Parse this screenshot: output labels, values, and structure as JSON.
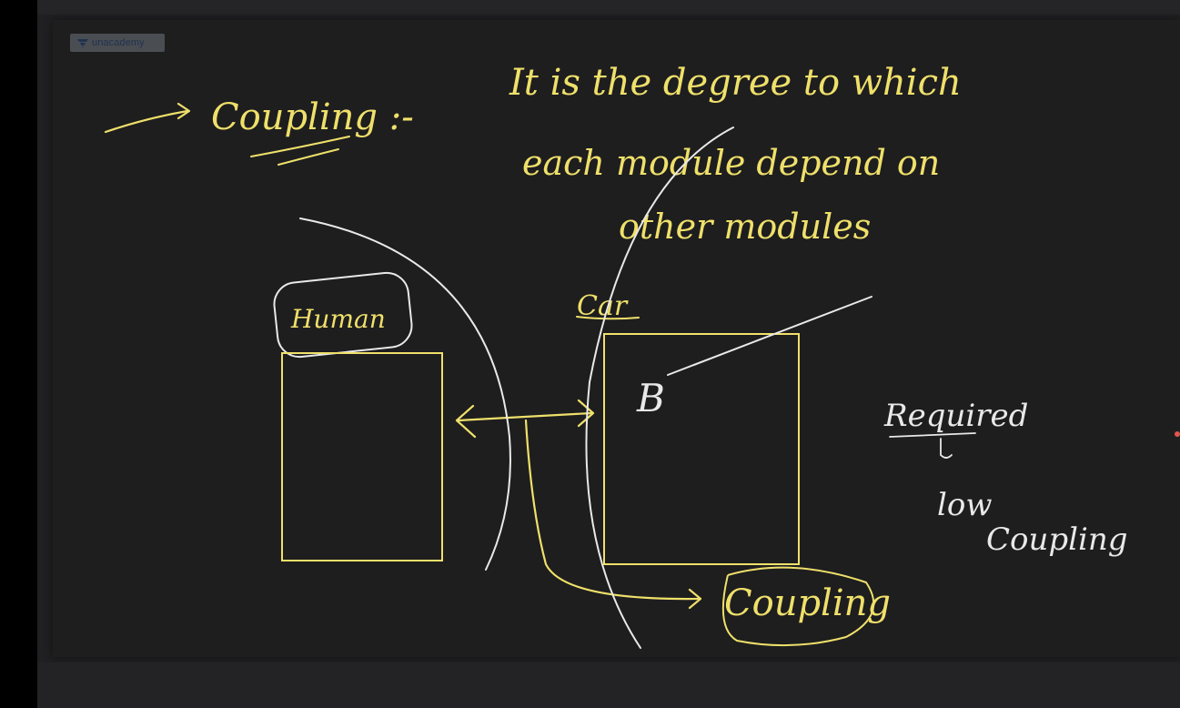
{
  "watermark": {
    "label": "unacademy",
    "icon": "unacademy-logo-icon"
  },
  "notes": {
    "heading": "Coupling :-",
    "definition_line1": "It is the degree to which",
    "definition_line2": "each module depend on",
    "definition_line3": "other modules"
  },
  "diagram": {
    "human_label": "Human",
    "car_label": "Car",
    "part_label": "B",
    "coupling_label": "Coupling",
    "required_label": "Required",
    "low_label": "low",
    "coupling_label_2": "Coupling"
  },
  "colors": {
    "ink_yellow": "#efe06a",
    "ink_white": "#e9e9e9",
    "board": "#1e1e1f",
    "watermark_bg": "#4a4d52",
    "watermark_text": "#1f3350"
  }
}
